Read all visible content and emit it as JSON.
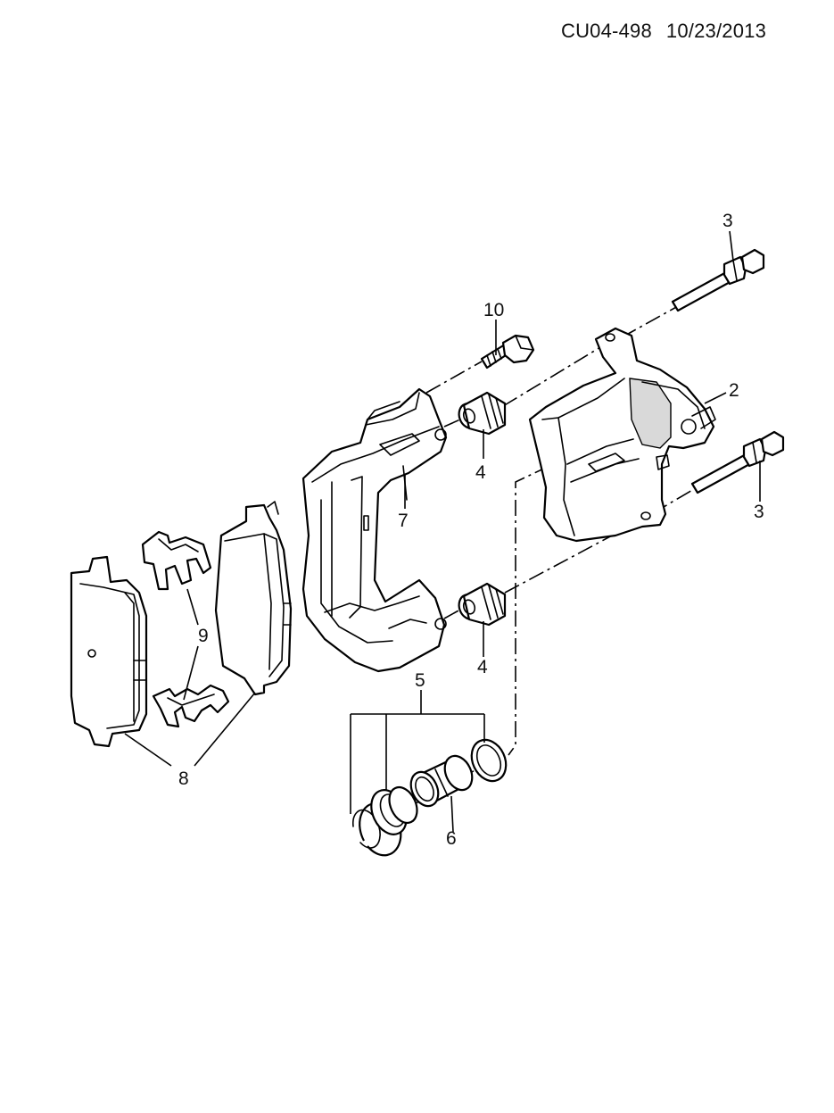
{
  "header": {
    "diagram_code": "CU04-498",
    "date": "10/23/2013"
  },
  "callouts": {
    "c2": "2",
    "c3_top": "3",
    "c3_bottom": "3",
    "c4_top": "4",
    "c4_bottom": "4",
    "c5": "5",
    "c6": "6",
    "c7": "7",
    "c8": "8",
    "c9": "9",
    "c10": "10"
  }
}
